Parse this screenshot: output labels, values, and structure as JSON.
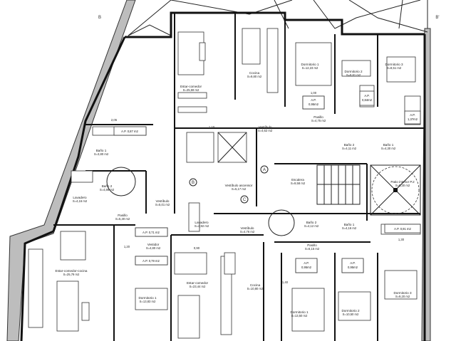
{
  "plan": {
    "section_marks": [
      "B",
      "B'"
    ],
    "axis_marks": [
      "A",
      "B",
      "C"
    ],
    "rooms": [
      {
        "name": "Estar-comedor",
        "area": "S=25,59 m2"
      },
      {
        "name": "Cocina",
        "area": "S=9,80 m2"
      },
      {
        "name": "Dormitorio 1",
        "area": "S=12,23 m2"
      },
      {
        "name": "Dormitorio 2",
        "area": "S=9,81 m2"
      },
      {
        "name": "Dormitorio 3",
        "area": "S=8,51 m2"
      },
      {
        "name": "Vestíbulo",
        "area": "S=4,62 m2"
      },
      {
        "name": "Pasillo",
        "area": "S=4,75 m2"
      },
      {
        "name": "Baño 2",
        "area": "S=4,11 m2"
      },
      {
        "name": "Baño 1",
        "area": "S=4,30 m2"
      },
      {
        "name": "Baño 1",
        "area": "S=3,80 m2"
      },
      {
        "name": "Baño 2",
        "area": "S=4,86 m2"
      },
      {
        "name": "Lavadero",
        "area": "S=4,16 m2"
      },
      {
        "name": "Pasillo",
        "area": "S=5,30 m2"
      },
      {
        "name": "Vestíbulo",
        "area": "S=5,01 m2"
      },
      {
        "name": "Vestíbulo ascensor",
        "area": "S=5,17 m2"
      },
      {
        "name": "Escalera",
        "area": "S=9,58 m2"
      },
      {
        "name": "Patio interior P.2",
        "area": "S=5,30 m2"
      },
      {
        "name": "Baño 2",
        "area": "S=4,12 m2"
      },
      {
        "name": "Baño 1",
        "area": "S=4,16 m2"
      },
      {
        "name": "Pasillo",
        "area": "S=6,15 m2"
      },
      {
        "name": "Lavadero",
        "area": "S=4,92 m2"
      },
      {
        "name": "Vestíbulo",
        "area": "S=4,76 m2"
      },
      {
        "name": "Estar-comedor-cocina",
        "area": "S=25,79 m2"
      },
      {
        "name": "Vestidor",
        "area": "S=4,80 m2"
      },
      {
        "name": "Dormitorio 1",
        "area": "S=13,83 m2"
      },
      {
        "name": "Estar-comedor",
        "area": "S=23,44 m2"
      },
      {
        "name": "Cocina",
        "area": "S=10,80 m2"
      },
      {
        "name": "Dormitorio 1",
        "area": "S=13,50 m2"
      },
      {
        "name": "Dormitorio 2",
        "area": "S=10,50 m2"
      },
      {
        "name": "Dormitorio 3",
        "area": "S=9,20 m2"
      }
    ],
    "storage": [
      {
        "label": "A.P.",
        "value": "0,95m2"
      },
      {
        "label": "A.P.",
        "value": "0,84m2"
      },
      {
        "label": "A.P.",
        "value": "1,37m2"
      },
      {
        "label": "A.P.",
        "value": "0,95m2"
      },
      {
        "label": "A.P.",
        "value": "0,95m2"
      },
      {
        "label": "A.P. 0,87 m2",
        "value": ""
      },
      {
        "label": "A.P. 0,71 m2",
        "value": ""
      },
      {
        "label": "A.P. 0,79 m2",
        "value": ""
      },
      {
        "label": "A.P. 0,91 m2",
        "value": ""
      }
    ],
    "dimensions": [
      "1,00",
      "1,20",
      "0,90",
      "1,40",
      "1,30",
      "2,05",
      "1,10"
    ]
  }
}
